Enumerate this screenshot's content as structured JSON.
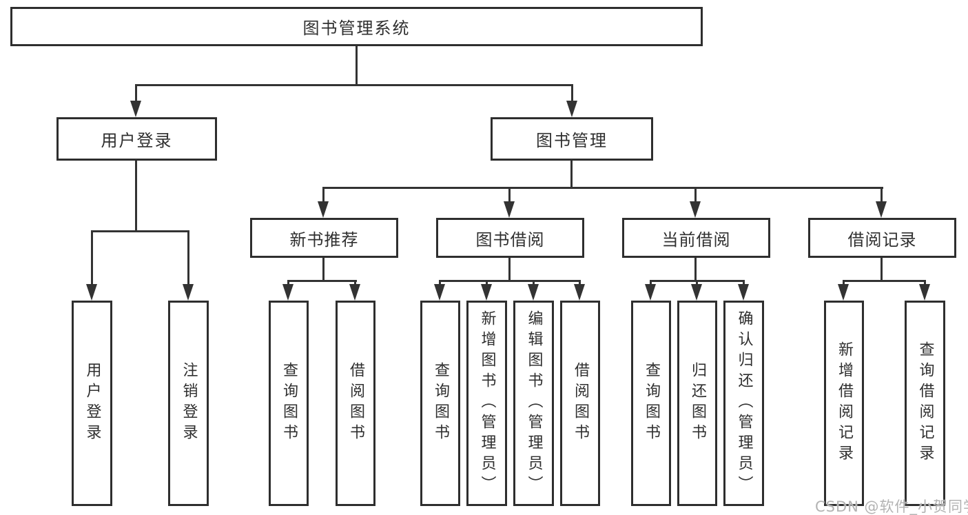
{
  "tree": {
    "label": "图书管理系统",
    "children": [
      {
        "label": "用户登录",
        "children": [
          {
            "label": "用户登录"
          },
          {
            "label": "注销登录"
          }
        ]
      },
      {
        "label": "图书管理",
        "children": [
          {
            "label": "新书推荐",
            "children": [
              {
                "label": "查询图书"
              },
              {
                "label": "借阅图书"
              }
            ]
          },
          {
            "label": "图书借阅",
            "children": [
              {
                "label": "查询图书"
              },
              {
                "label": "新增图书（管理员）"
              },
              {
                "label": "编辑图书（管理员）"
              },
              {
                "label": "借阅图书"
              }
            ]
          },
          {
            "label": "当前借阅",
            "children": [
              {
                "label": "查询图书"
              },
              {
                "label": "归还图书"
              },
              {
                "label": "确认归还（管理员）"
              }
            ]
          },
          {
            "label": "借阅记录",
            "children": [
              {
                "label": "新增借阅记录"
              },
              {
                "label": "查询借阅记录"
              }
            ]
          }
        ]
      }
    ]
  },
  "watermark": {
    "text": "CSDN @软件_小贺同学"
  },
  "colors": {
    "line": "#333333",
    "box_border": "#2e2e2e",
    "text": "#2f2f2f",
    "watermark": "#b3b3b3",
    "background": "#ffffff"
  }
}
